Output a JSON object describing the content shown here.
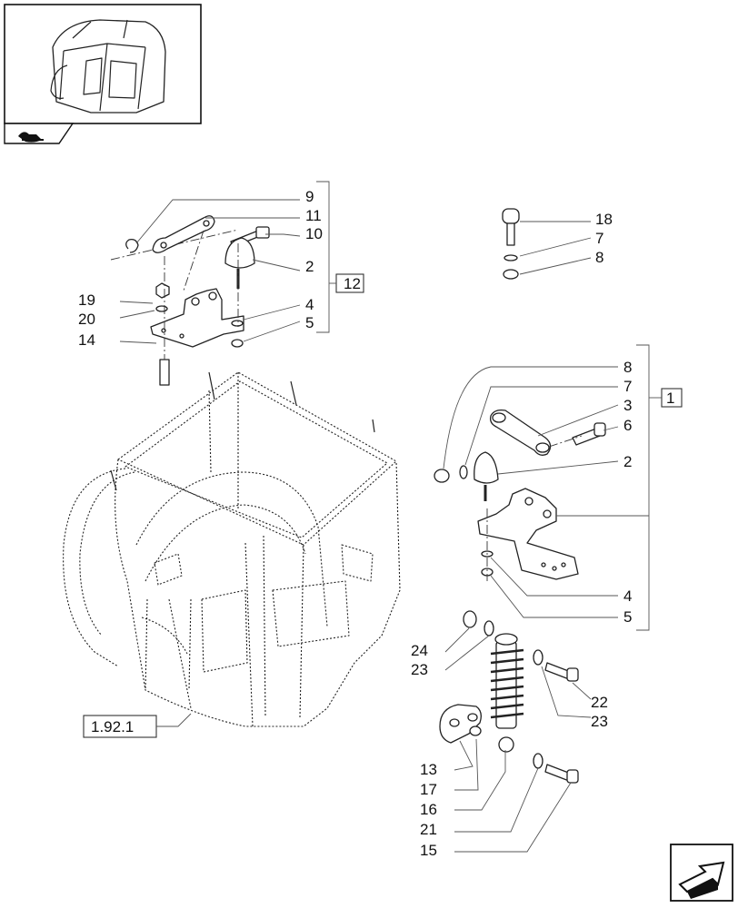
{
  "diagram": {
    "refs": {
      "r1": "1",
      "r12": "12",
      "r_1921": "1.92.1"
    },
    "labels": {
      "t9": "9",
      "t11": "11",
      "t10": "10",
      "t2a": "2",
      "t19": "19",
      "t20": "20",
      "t14": "14",
      "t4a": "4",
      "t5a": "5",
      "t18": "18",
      "t7a": "7",
      "t8a": "8",
      "t8b": "8",
      "t7b": "7",
      "t3": "3",
      "t6": "6",
      "t2b": "2",
      "t4b": "4",
      "t5b": "5",
      "t24": "24",
      "t23a": "23",
      "t22": "22",
      "t23b": "23",
      "t13": "13",
      "t17": "17",
      "t16": "16",
      "t21": "21",
      "t15": "15"
    },
    "icons": {
      "thumbnail": "cab-thumbnail",
      "category": "category-icon",
      "nav": "next-page-arrow-icon"
    }
  }
}
